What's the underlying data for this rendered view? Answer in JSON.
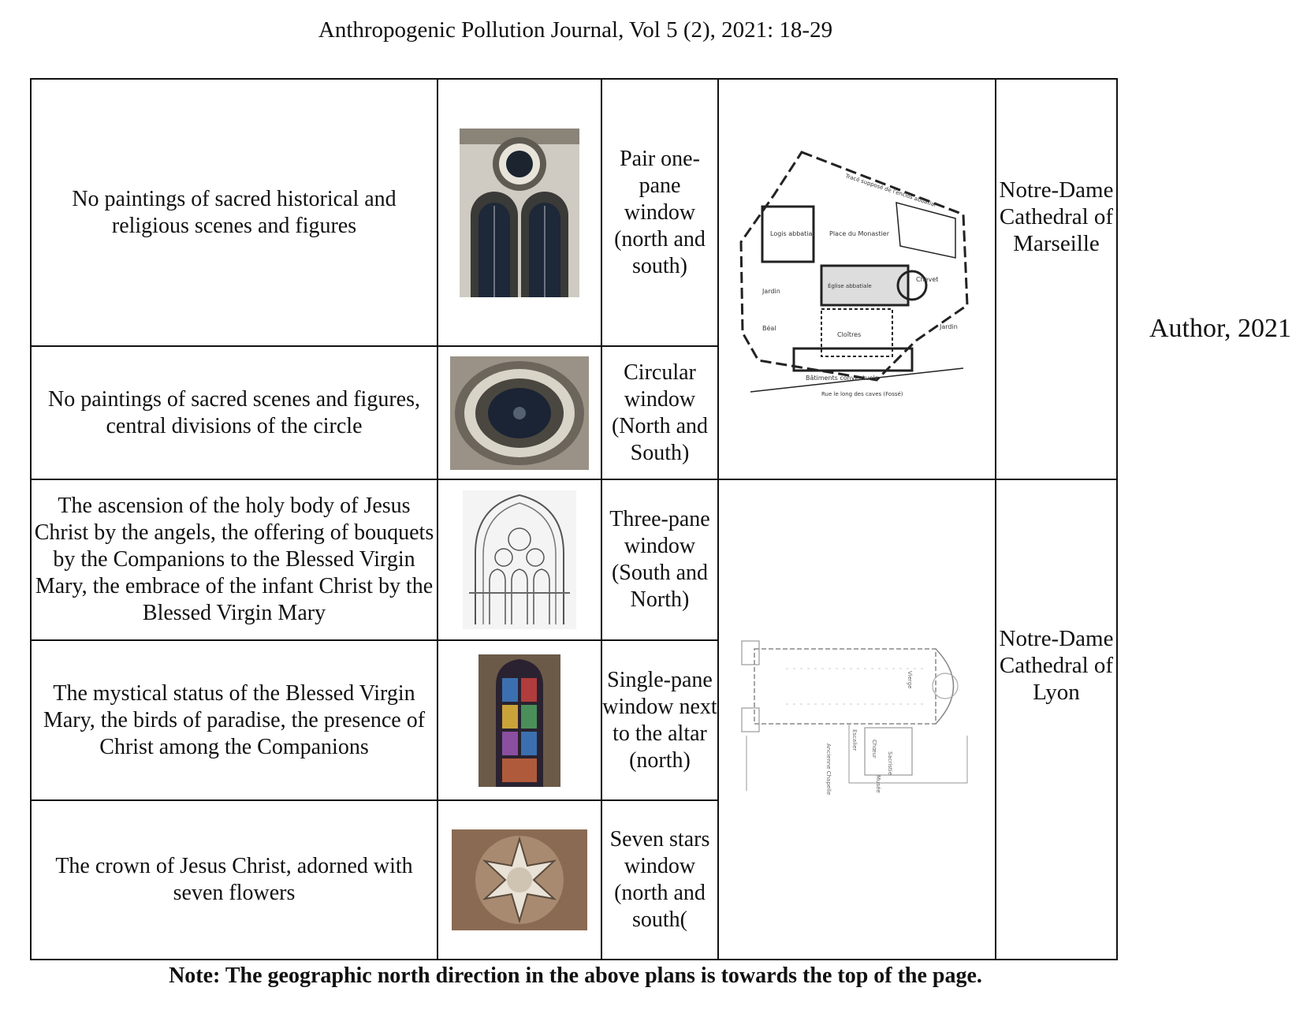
{
  "header": {
    "journal": "Anthropogenic Pollution Journal, Vol 5 (2), 2021: 18-29"
  },
  "rows": [
    {
      "description": "No paintings of sacred historical and religious scenes and figures",
      "window_type": "Pair one-pane window (north and south)",
      "image": "twin-arched-window-photo"
    },
    {
      "description": "No paintings of sacred scenes and figures, central divisions of the circle",
      "window_type": "Circular window (North and South)",
      "image": "rose-window-photo"
    },
    {
      "description": "The ascension of the holy body of Jesus Christ by the angels, the offering of bouquets by the Companions to the Blessed Virgin Mary, the embrace of the infant Christ by the Blessed Virgin Mary",
      "window_type": "Three-pane window (South and North)",
      "image": "gothic-tracery-window-drawing"
    },
    {
      "description": "The mystical status of the Blessed Virgin Mary, the birds of paradise, the presence of Christ among the Companions",
      "window_type": "Single-pane window next to the altar (north)",
      "image": "stained-glass-window-photo"
    },
    {
      "description": "The crown of Jesus Christ, adorned with seven flowers",
      "window_type": "Seven stars window (north and south(",
      "image": "seven-star-window-photo"
    }
  ],
  "cathedrals": [
    {
      "name": "Notre-Dame Cathedral of Marseille",
      "plan_labels": [
        "Logis abbatial",
        "Place du Monastier",
        "Tracé supposé de l'enclos abbatial",
        "Jardin",
        "Chevet",
        "Église abbatiale",
        "Cloîtres",
        "Béal",
        "Jardin",
        "Bâtiments conventuels",
        "Rue le long des caves (Fossé)"
      ]
    },
    {
      "name": "Notre-Dame Cathedral of Lyon",
      "plan_labels": [
        "Sacristie",
        "Chœur",
        "Vierge",
        "Escalier",
        "Ancienne Chapelle",
        "Musée"
      ]
    }
  ],
  "source": "Author, 2021",
  "note": "Note: The geographic north direction in the above plans is towards the top of the page."
}
